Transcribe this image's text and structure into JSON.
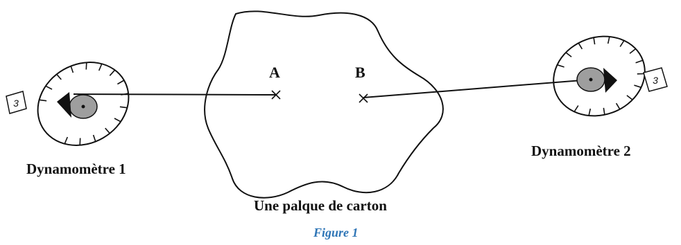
{
  "diagram": {
    "point_a": "A",
    "point_b": "B",
    "dynamometer_1": {
      "label": "Dynamomètre 1",
      "reading": "3"
    },
    "dynamometer_2": {
      "label": "Dynamomètre 2",
      "reading": "3"
    },
    "plate_label": "Une palque de carton",
    "caption": "Figure 1"
  },
  "colors": {
    "ink": "#111111",
    "hub_fill": "#9e9e9e",
    "caption": "#2e75b6"
  }
}
